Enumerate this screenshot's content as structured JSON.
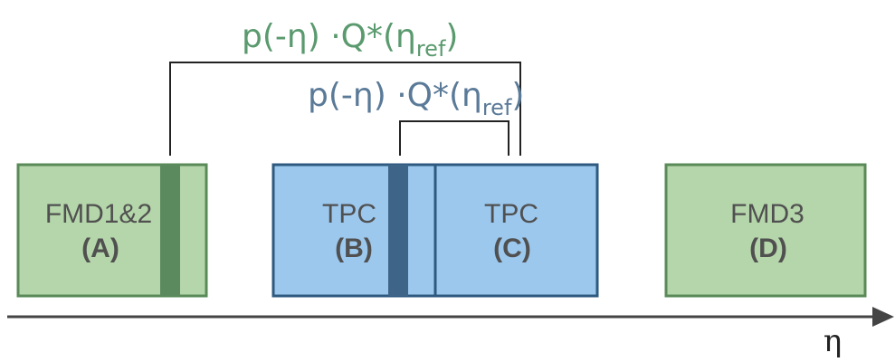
{
  "formulas": {
    "outer": {
      "main": "p(-η) ·Q*(η",
      "sub": "ref",
      "close": ")"
    },
    "inner": {
      "main": "p(-η) ·Q*(η",
      "sub": "ref",
      "close": ")"
    }
  },
  "boxes": {
    "a": {
      "name": "FMD1&2",
      "tag": "(A)"
    },
    "b": {
      "name": "TPC",
      "tag": "(B)"
    },
    "c": {
      "name": "TPC",
      "tag": "(C)"
    },
    "d": {
      "name": "FMD3",
      "tag": "(D)"
    }
  },
  "axis": {
    "label": "η"
  },
  "colors": {
    "green_fill": "#b5d6aa",
    "green_border": "#5a8a58",
    "green_band": "#5a8a5e",
    "blue_fill": "#9cc8ee",
    "blue_border": "#2f5a80",
    "blue_band": "#3e6488",
    "green_text": "#5a9a6e",
    "blue_text": "#5a7a98"
  }
}
